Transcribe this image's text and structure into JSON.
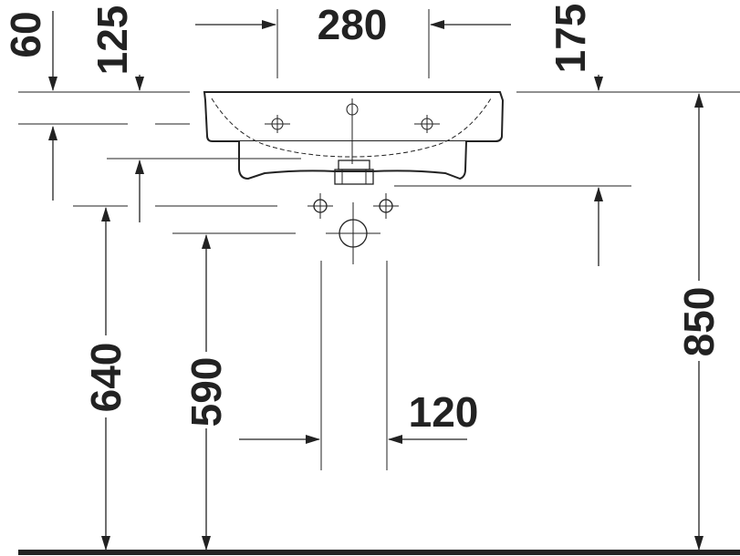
{
  "dimensions": {
    "d60": "60",
    "d125": "125",
    "d280": "280",
    "d175": "175",
    "d850": "850",
    "d640": "640",
    "d590": "590",
    "d120": "120"
  },
  "colors": {
    "line": "#222222",
    "background": "#ffffff"
  }
}
